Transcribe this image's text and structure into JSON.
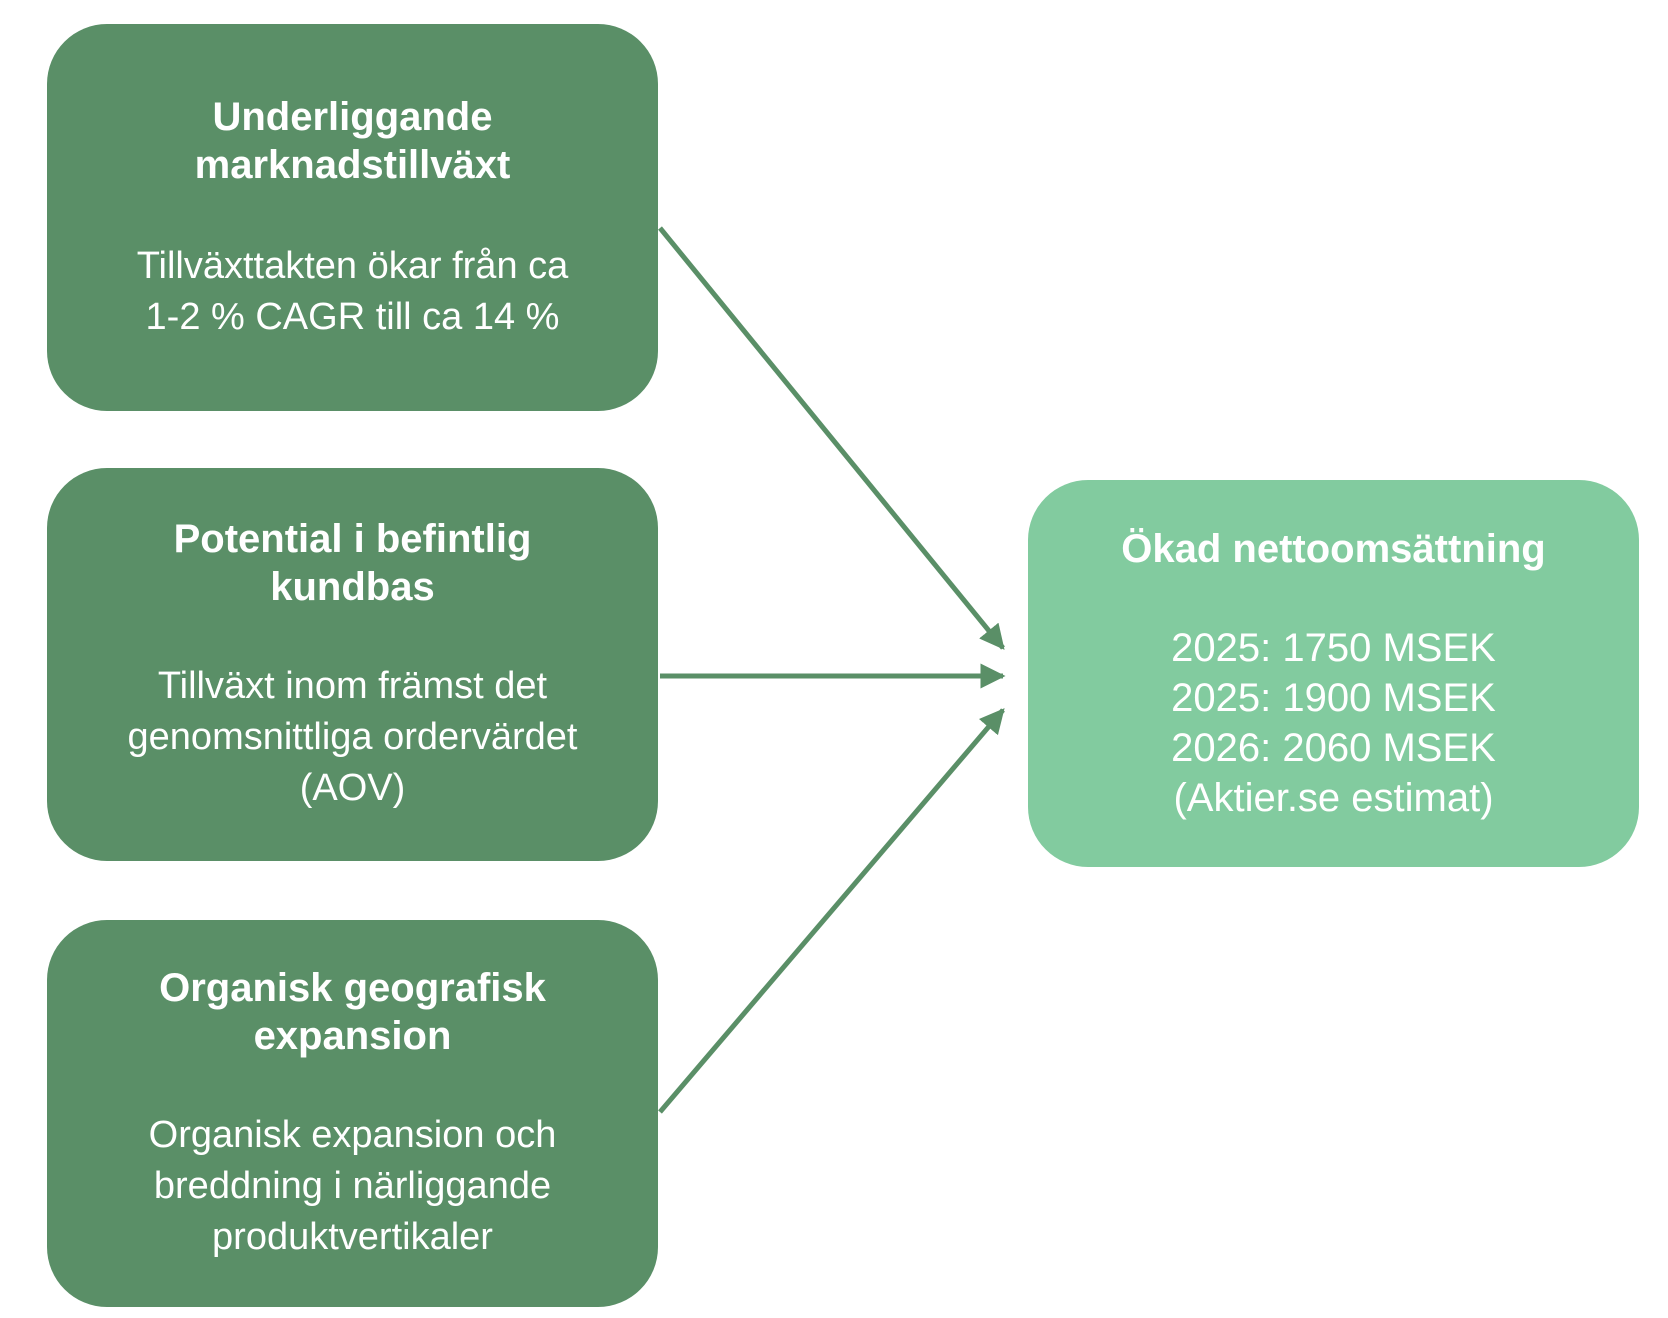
{
  "drivers": [
    {
      "title_lines": [
        "Underliggande",
        "marknadstillväxt"
      ],
      "body_lines": [
        "Tillväxttakten ökar från ca",
        "1-2 % CAGR till ca 14 %"
      ]
    },
    {
      "title_lines": [
        "Potential i befintlig",
        "kundbas"
      ],
      "body_lines": [
        "Tillväxt inom främst det",
        "genomsnittliga ordervärdet",
        "(AOV)"
      ]
    },
    {
      "title_lines": [
        "Organisk geografisk",
        "expansion"
      ],
      "body_lines": [
        "Organisk expansion och",
        "breddning i närliggande",
        "produktvertikaler"
      ]
    }
  ],
  "result": {
    "title": "Ökad nettoomsättning",
    "lines": [
      "2025: 1750 MSEK",
      "2025: 1900 MSEK",
      "2026: 2060 MSEK",
      "(Aktier.se estimat)"
    ]
  },
  "colors": {
    "driver_fill": "#5a8f67",
    "result_fill": "#82cb9f",
    "arrow": "#5a8f67",
    "text": "#ffffff"
  }
}
